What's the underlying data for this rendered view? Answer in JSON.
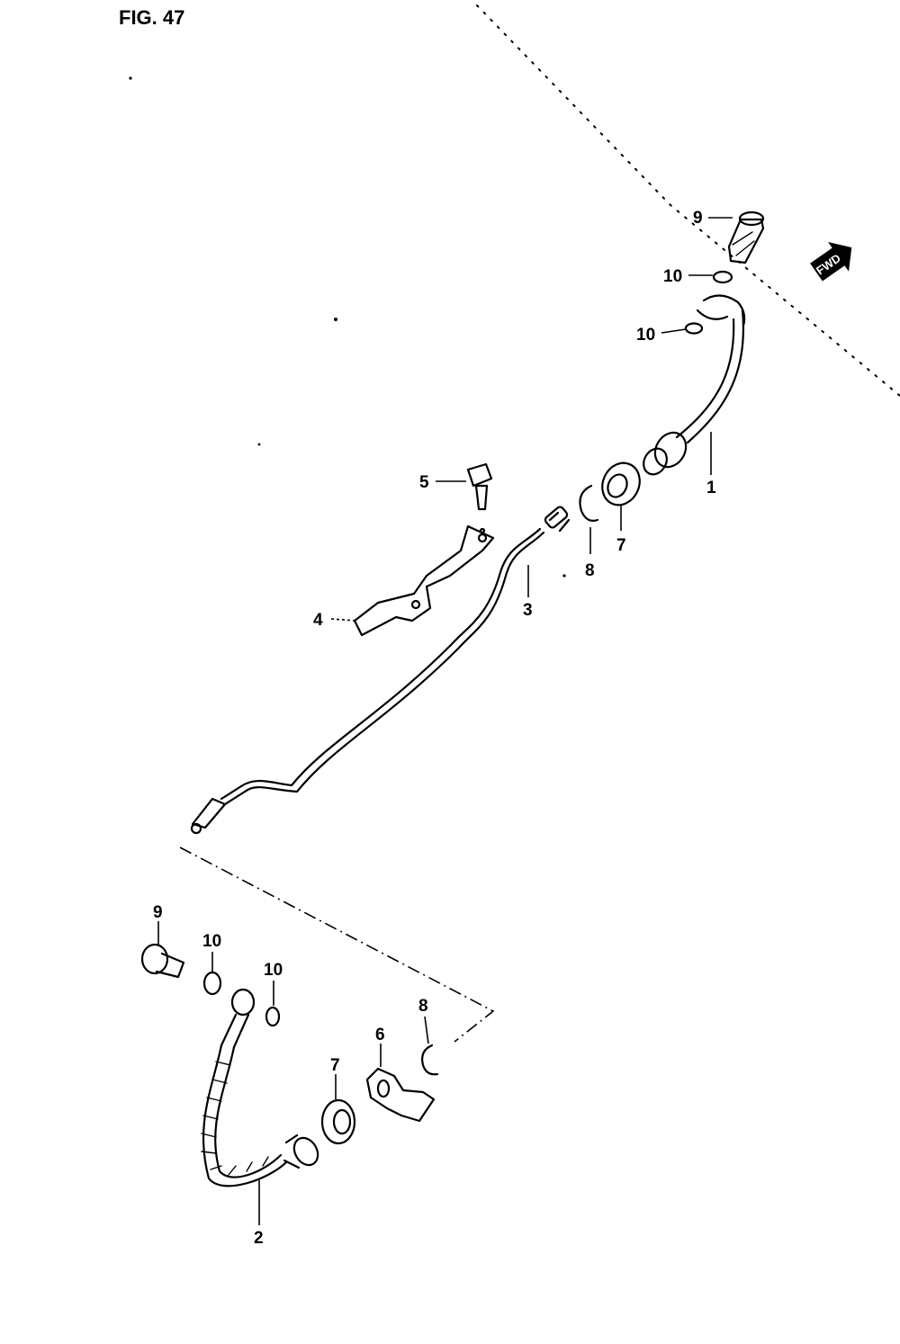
{
  "figure": {
    "title": "FIG. 47"
  },
  "direction_marker": {
    "label": "FWD",
    "icon": "forward-arrow-icon"
  },
  "callouts": [
    {
      "id": "c1",
      "label": "1"
    },
    {
      "id": "c2",
      "label": "2"
    },
    {
      "id": "c3",
      "label": "3"
    },
    {
      "id": "c4",
      "label": "4"
    },
    {
      "id": "c5",
      "label": "5"
    },
    {
      "id": "c6",
      "label": "6"
    },
    {
      "id": "c7a",
      "label": "7"
    },
    {
      "id": "c7b",
      "label": "7"
    },
    {
      "id": "c8a",
      "label": "8"
    },
    {
      "id": "c8b",
      "label": "8"
    },
    {
      "id": "c9a",
      "label": "9"
    },
    {
      "id": "c9b",
      "label": "9"
    },
    {
      "id": "c10a",
      "label": "10"
    },
    {
      "id": "c10b",
      "label": "10"
    },
    {
      "id": "c10c",
      "label": "10"
    },
    {
      "id": "c10d",
      "label": "10"
    }
  ]
}
